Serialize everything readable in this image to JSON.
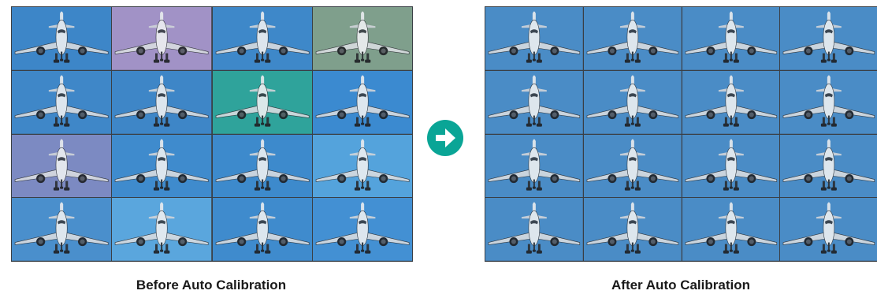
{
  "before": {
    "caption": "Before Auto Calibration",
    "tile_tints": [
      "#3d86c8",
      "#a192c6",
      "#3e88c9",
      "#7f9f8c",
      "#3f87c8",
      "#3e86c7",
      "#2fa39b",
      "#3b8ad0",
      "#7c8ac2",
      "#3f8bcd",
      "#3d8acc",
      "#54a3dc",
      "#4a8fcc",
      "#5aa6dd",
      "#3f8bcd",
      "#4390d3"
    ]
  },
  "after": {
    "caption": "After Auto Calibration",
    "tile_tint": "#4a8cc6",
    "tile_count": 16
  },
  "arrow": {
    "icon": "arrow-right-circle-icon",
    "color": "#0aa596"
  }
}
